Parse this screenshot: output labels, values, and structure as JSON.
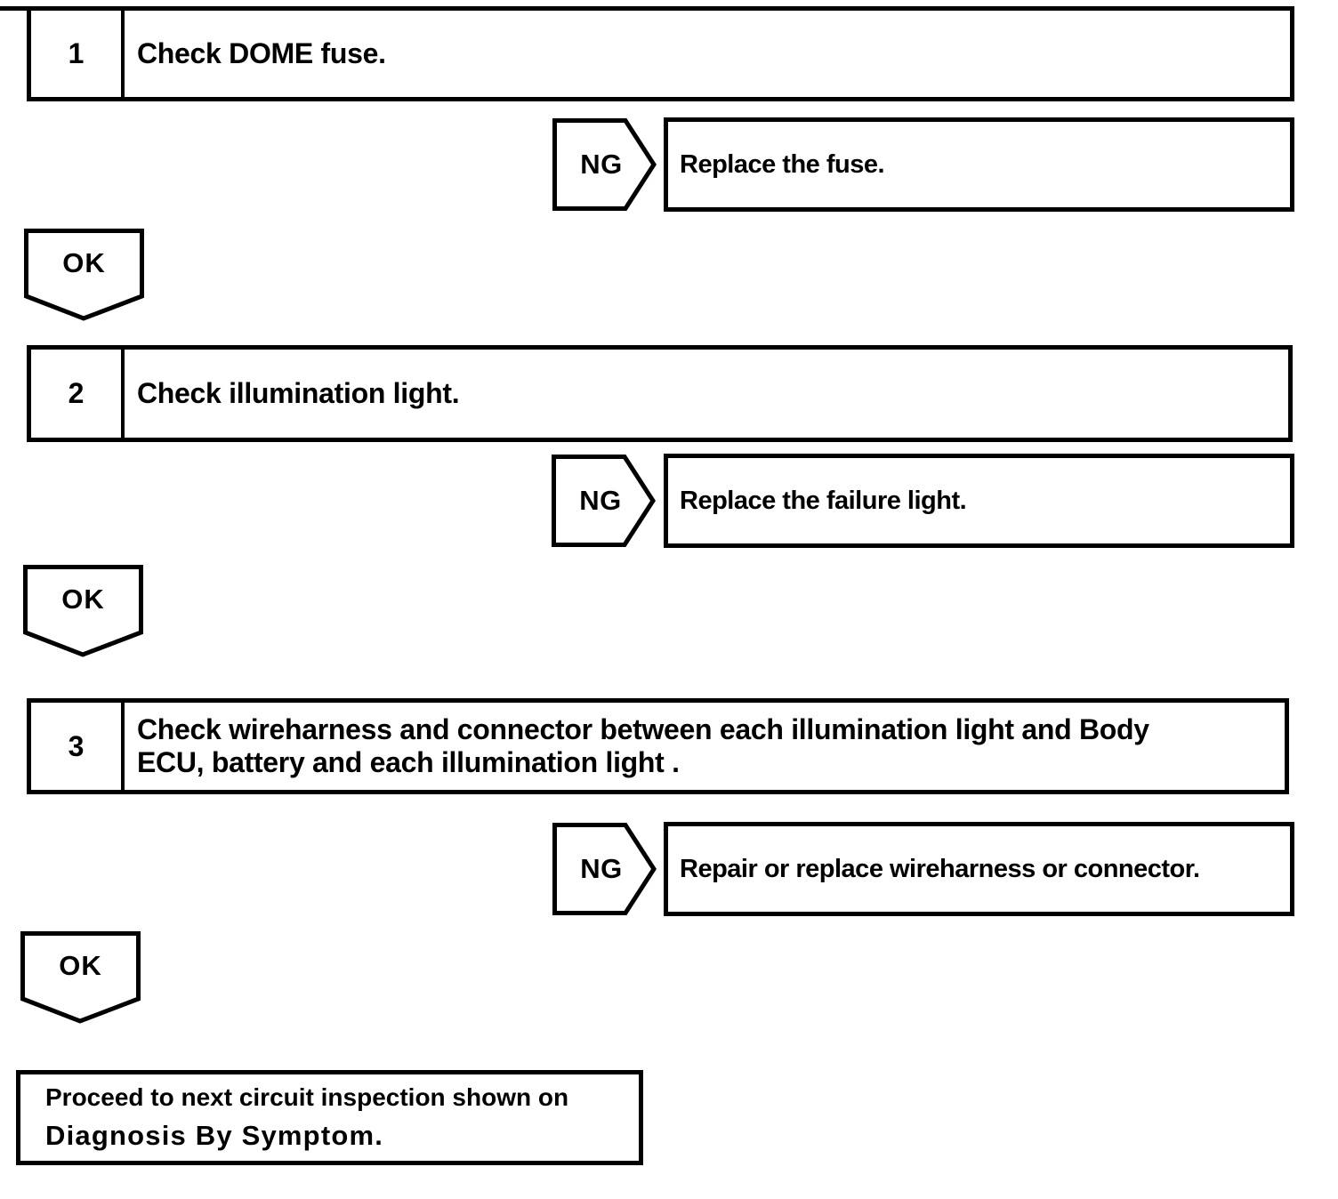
{
  "steps": [
    {
      "number": "1",
      "lines": [
        "Check DOME fuse."
      ],
      "ng_label": "NG",
      "ng_action": "Replace the fuse.",
      "ok_label": "OK"
    },
    {
      "number": "2",
      "lines": [
        "Check illumination light."
      ],
      "ng_label": "NG",
      "ng_action": "Replace the failure light.",
      "ok_label": "OK"
    },
    {
      "number": "3",
      "lines": [
        "Check wireharness and connector between each illumination light and Body",
        "ECU, battery and each illumination light ."
      ],
      "ng_label": "NG",
      "ng_action": "Repair or replace wireharness or connector.",
      "ok_label": "OK"
    }
  ],
  "conclusion": {
    "line1": "Proceed to next circuit inspection shown on",
    "line2": "Diagnosis By Symptom."
  },
  "colors": {
    "ink": "#000000",
    "paper": "#ffffff"
  }
}
